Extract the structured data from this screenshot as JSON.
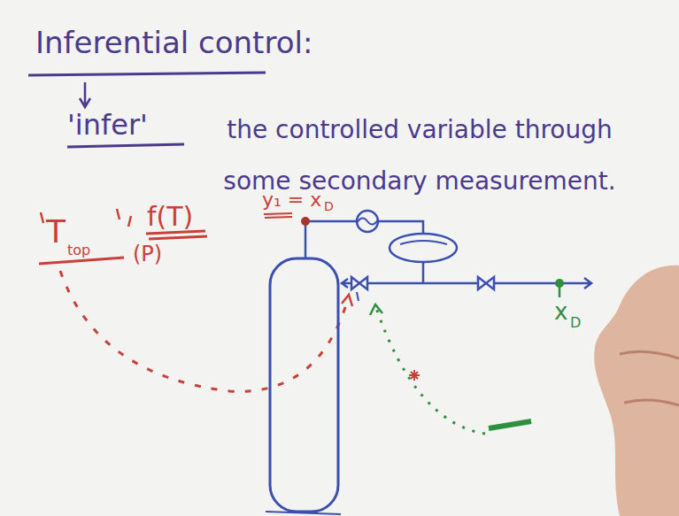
{
  "diagram": {
    "title": "Inferential control:",
    "labels": [
      "'infer'",
      "the controlled variable through some secondary measurement.",
      "T",
      "top",
      "f(T)",
      "(P)",
      "y₁ = x",
      "D",
      "x",
      "D"
    ]
  }
}
